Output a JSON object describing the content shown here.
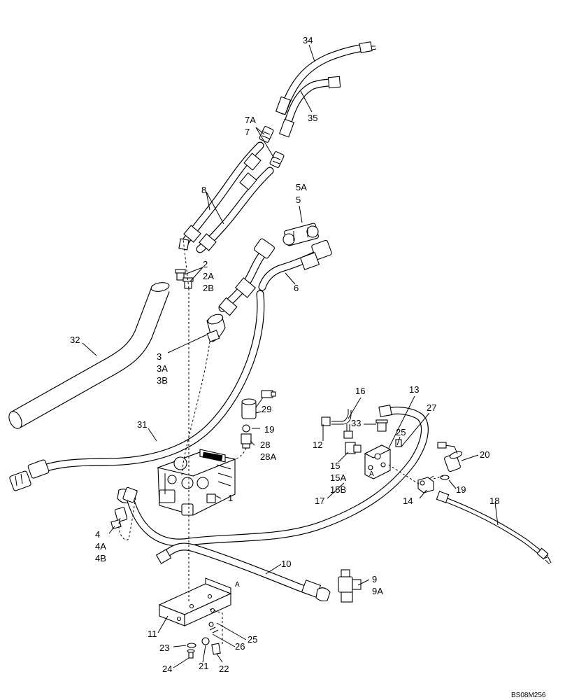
{
  "diagram": {
    "callouts": [
      {
        "id": "c34",
        "lines": [
          "34"
        ]
      },
      {
        "id": "c35",
        "lines": [
          "35"
        ]
      },
      {
        "id": "c7",
        "lines": [
          "7A",
          "7"
        ]
      },
      {
        "id": "c8",
        "lines": [
          "8"
        ]
      },
      {
        "id": "c5",
        "lines": [
          "5A",
          "5"
        ]
      },
      {
        "id": "c2",
        "lines": [
          "2",
          "2A",
          "2B"
        ]
      },
      {
        "id": "c6",
        "lines": [
          "6"
        ]
      },
      {
        "id": "c32",
        "lines": [
          "32"
        ]
      },
      {
        "id": "c3",
        "lines": [
          "3",
          "3A",
          "3B"
        ]
      },
      {
        "id": "c16",
        "lines": [
          "16"
        ]
      },
      {
        "id": "c13",
        "lines": [
          "13"
        ]
      },
      {
        "id": "c27",
        "lines": [
          "27"
        ]
      },
      {
        "id": "c29",
        "lines": [
          "29"
        ]
      },
      {
        "id": "c33",
        "lines": [
          "33"
        ]
      },
      {
        "id": "c25a",
        "lines": [
          "25"
        ]
      },
      {
        "id": "c31",
        "lines": [
          "31"
        ]
      },
      {
        "id": "c19a",
        "lines": [
          "19"
        ]
      },
      {
        "id": "c12",
        "lines": [
          "12"
        ]
      },
      {
        "id": "c28",
        "lines": [
          "28",
          "28A"
        ]
      },
      {
        "id": "c15",
        "lines": [
          "15",
          "15A",
          "15B"
        ]
      },
      {
        "id": "c20",
        "lines": [
          "20"
        ]
      },
      {
        "id": "c19b",
        "lines": [
          "19"
        ]
      },
      {
        "id": "c1",
        "lines": [
          "1"
        ]
      },
      {
        "id": "c14",
        "lines": [
          "14"
        ]
      },
      {
        "id": "c17",
        "lines": [
          "17"
        ]
      },
      {
        "id": "c18",
        "lines": [
          "18"
        ]
      },
      {
        "id": "c4",
        "lines": [
          "4",
          "4A",
          "4B"
        ]
      },
      {
        "id": "c10",
        "lines": [
          "10"
        ]
      },
      {
        "id": "c9",
        "lines": [
          "9",
          "9A"
        ]
      },
      {
        "id": "c11",
        "lines": [
          "11"
        ]
      },
      {
        "id": "c25b",
        "lines": [
          "25"
        ]
      },
      {
        "id": "c26",
        "lines": [
          "26"
        ]
      },
      {
        "id": "c23",
        "lines": [
          "23"
        ]
      },
      {
        "id": "c24",
        "lines": [
          "24"
        ]
      },
      {
        "id": "c21",
        "lines": [
          "21"
        ]
      },
      {
        "id": "c22",
        "lines": [
          "22"
        ]
      }
    ],
    "connection_marks": [
      "A",
      "A"
    ],
    "drawing_code": "BS08M256"
  }
}
